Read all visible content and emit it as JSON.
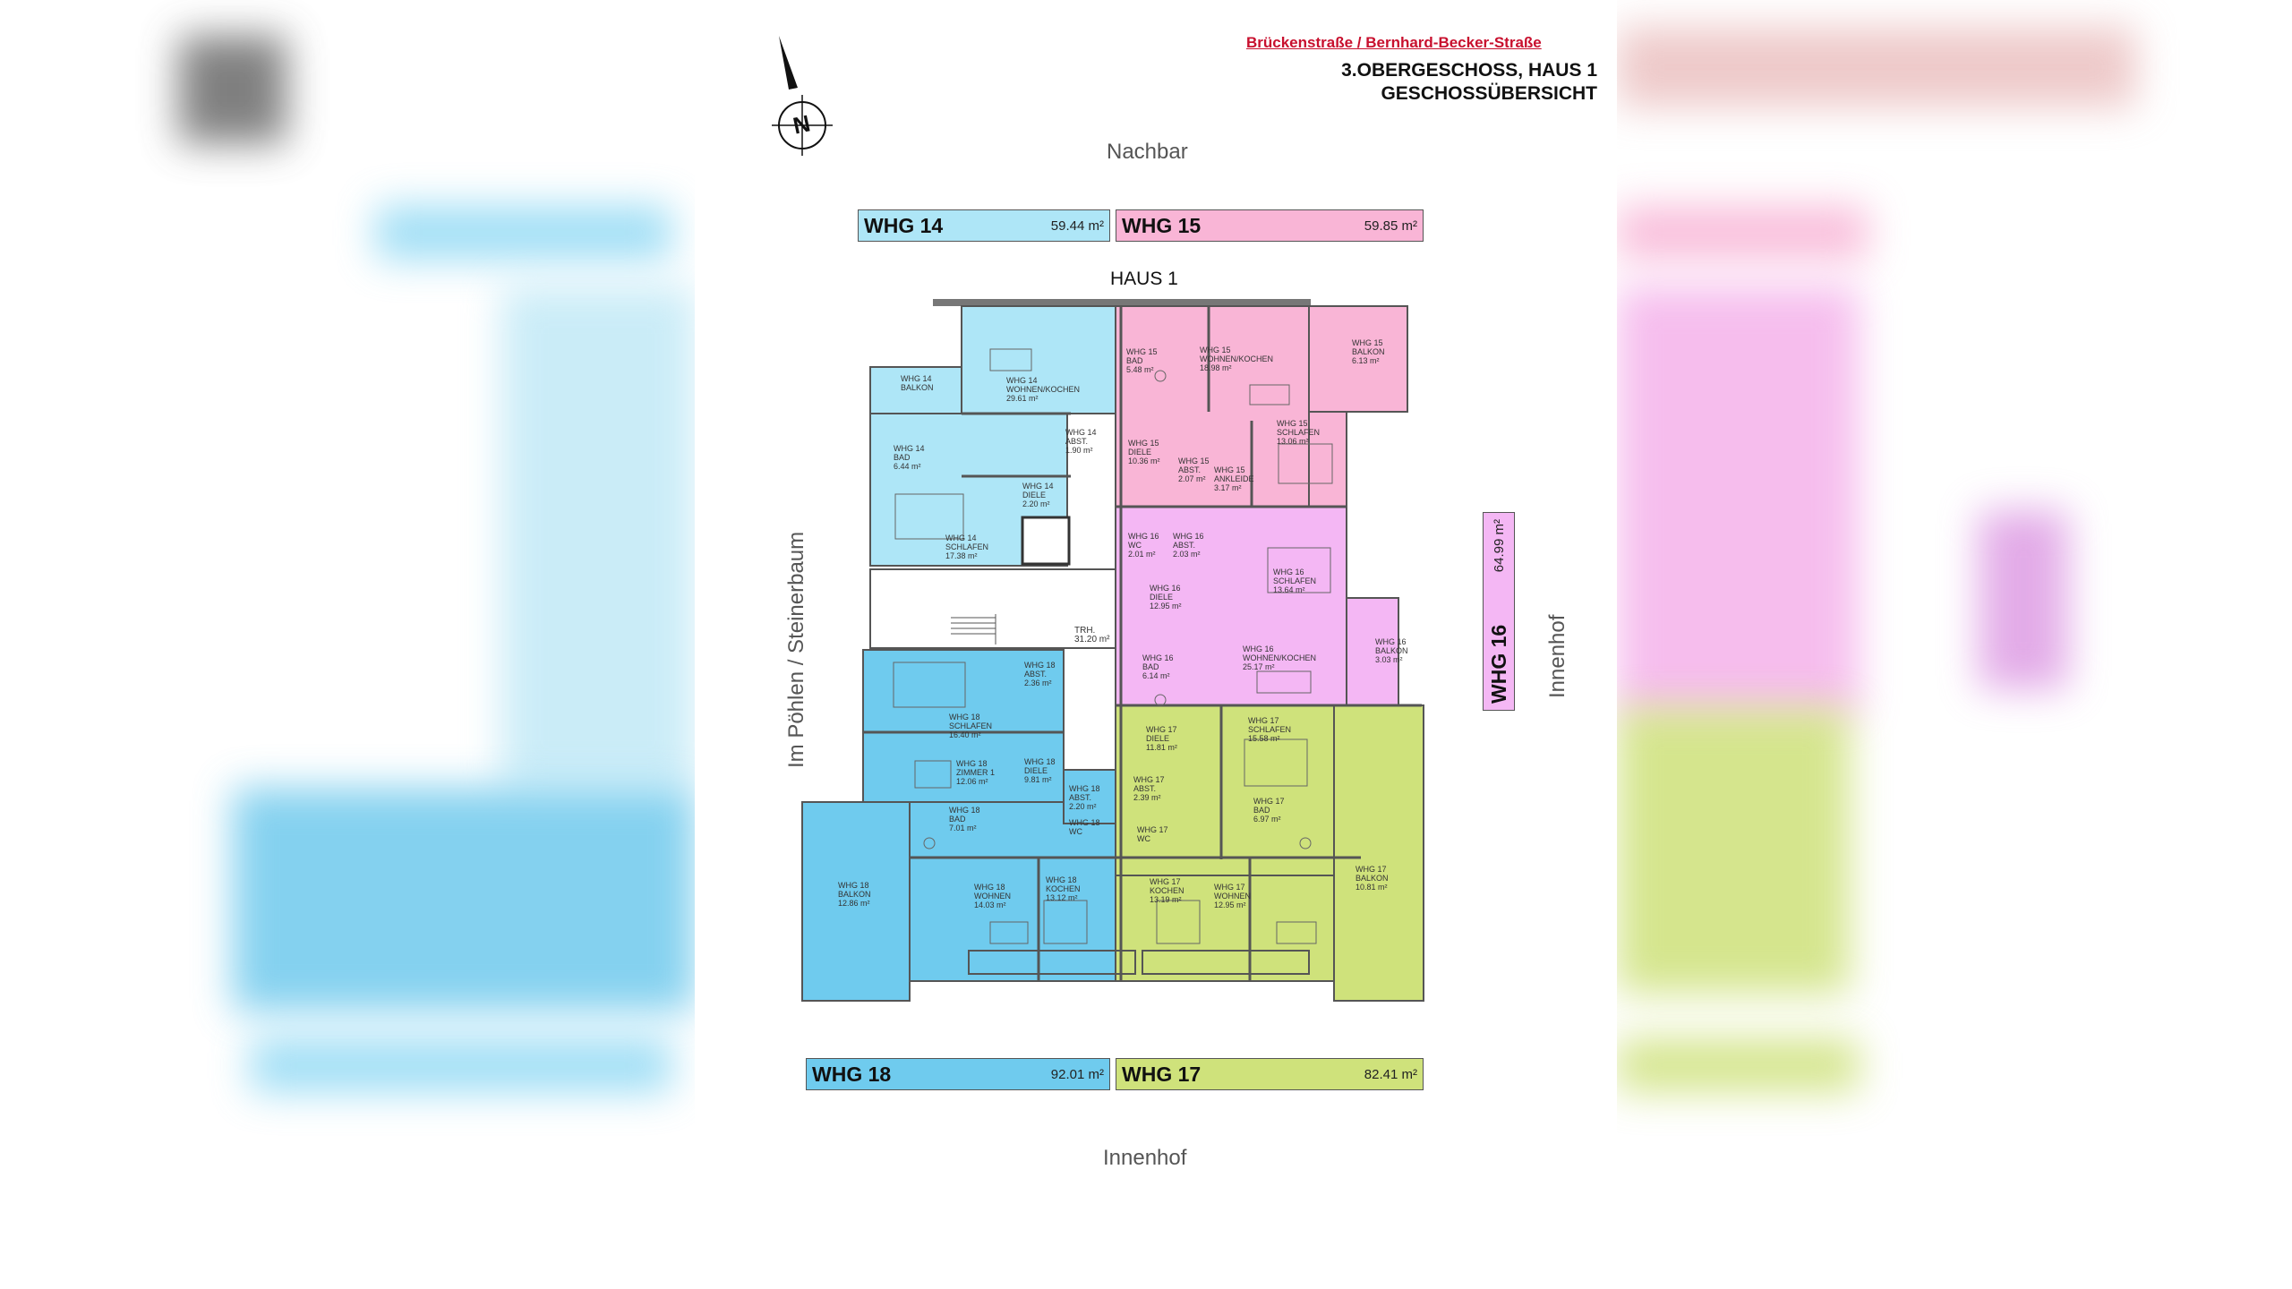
{
  "header": {
    "street": "Brückenstraße / Bernhard-Becker-Straße",
    "floor_line1": "3.OBERGESCHOSS, HAUS 1",
    "floor_line2": "GESCHOSSÜBERSICHT"
  },
  "compass": {
    "letter": "N"
  },
  "directions": {
    "top": "Nachbar",
    "bottom": "Innenhof",
    "left": "Im Pöhlen / Steinerbaum",
    "right": "Innenhof"
  },
  "building": {
    "label": "HAUS 1",
    "stair_label": "TRH.",
    "stair_area": "31.20 m²"
  },
  "apartments": [
    {
      "unit": "WHG 14",
      "area": "59.44 m²",
      "color": "#aee6f7"
    },
    {
      "unit": "WHG 15",
      "area": "59.85 m²",
      "color": "#f9b5d6"
    },
    {
      "unit": "WHG 16",
      "area": "64.99 m²",
      "color": "#f4b7f4"
    },
    {
      "unit": "WHG 17",
      "area": "82.41 m²",
      "color": "#cfe27b"
    },
    {
      "unit": "WHG 18",
      "area": "92.01 m²",
      "color": "#6fcbee"
    }
  ],
  "rooms": {
    "r14_balkon": [
      "WHG 14",
      "BALKON"
    ],
    "r14_wohnen": [
      "WHG 14",
      "WOHNEN/KOCHEN",
      "29.61 m²"
    ],
    "r14_bad": [
      "WHG 14",
      "BAD",
      "6.44 m²"
    ],
    "r14_abst": [
      "WHG 14",
      "ABST.",
      "1.90 m²"
    ],
    "r14_diele": [
      "WHG 14",
      "DIELE",
      "2.20 m²"
    ],
    "r14_schlafen": [
      "WHG 14",
      "SCHLAFEN",
      "17.38 m²"
    ],
    "r15_bad": [
      "WHG 15",
      "BAD",
      "5.48 m²"
    ],
    "r15_wohnen": [
      "WHG 15",
      "WOHNEN/KOCHEN",
      "18.98 m²"
    ],
    "r15_balkon": [
      "WHG 15",
      "BALKON",
      "6.13 m²"
    ],
    "r15_diele": [
      "WHG 15",
      "DIELE",
      "10.36 m²"
    ],
    "r15_abst": [
      "WHG 15",
      "ABST.",
      "2.07 m²"
    ],
    "r15_ankleide": [
      "WHG 15",
      "ANKLEIDE",
      "3.17 m²"
    ],
    "r15_schlafen": [
      "WHG 15",
      "SCHLAFEN",
      "13.06 m²"
    ],
    "r16_wc": [
      "WHG 16",
      "WC",
      "2.01 m²"
    ],
    "r16_abst": [
      "WHG 16",
      "ABST.",
      "2.03 m²"
    ],
    "r16_diele": [
      "WHG 16",
      "DIELE",
      "12.95 m²"
    ],
    "r16_schlafen": [
      "WHG 16",
      "SCHLAFEN",
      "13.64 m²"
    ],
    "r16_bad": [
      "WHG 16",
      "BAD",
      "6.14 m²"
    ],
    "r16_wohnen": [
      "WHG 16",
      "WOHNEN/KOCHEN",
      "25.17 m²"
    ],
    "r16_balkon": [
      "WHG 16",
      "BALKON",
      "3.03 m²"
    ],
    "r17_diele": [
      "WHG 17",
      "DIELE",
      "11.81 m²"
    ],
    "r17_schlafen": [
      "WHG 17",
      "SCHLAFEN",
      "15.58 m²"
    ],
    "r17_abst": [
      "WHG 17",
      "ABST.",
      "2.39 m²"
    ],
    "r17_bad": [
      "WHG 17",
      "BAD",
      "6.97 m²"
    ],
    "r17_wc": [
      "WHG 17",
      "WC"
    ],
    "r17_kochen": [
      "WHG 17",
      "KOCHEN",
      "13.19 m²"
    ],
    "r17_wohnen": [
      "WHG 17",
      "WOHNEN",
      "12.95 m²"
    ],
    "r17_balkon": [
      "WHG 17",
      "BALKON",
      "10.81 m²"
    ],
    "r18_abst": [
      "WHG 18",
      "ABST.",
      "2.36 m²"
    ],
    "r18_schlafen": [
      "WHG 18",
      "SCHLAFEN",
      "16.40 m²"
    ],
    "r18_zimmer": [
      "WHG 18",
      "ZIMMER 1",
      "12.06 m²"
    ],
    "r18_diele": [
      "WHG 18",
      "DIELE",
      "9.81 m²"
    ],
    "r18_abst2": [
      "WHG 18",
      "ABST.",
      "2.20 m²"
    ],
    "r18_bad": [
      "WHG 18",
      "BAD",
      "7.01 m²"
    ],
    "r18_wc": [
      "WHG 18",
      "WC"
    ],
    "r18_balkon": [
      "WHG 18",
      "BALKON",
      "12.86 m²"
    ],
    "r18_wohnen": [
      "WHG 18",
      "WOHNEN",
      "14.03 m²"
    ],
    "r18_kochen": [
      "WHG 18",
      "KOCHEN",
      "13.12 m²"
    ]
  }
}
